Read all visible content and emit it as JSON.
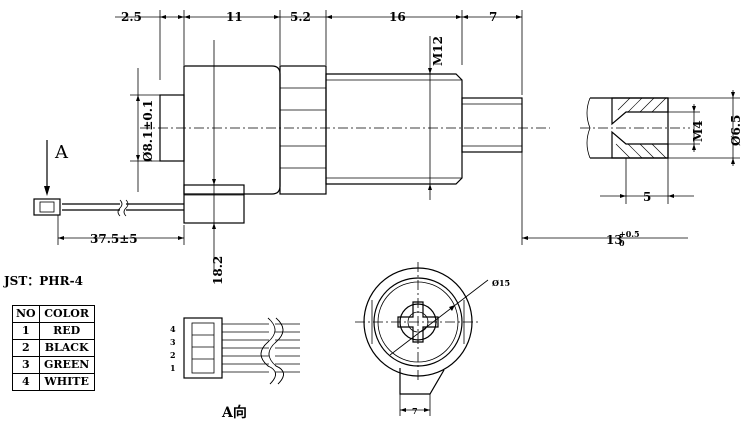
{
  "dimensions": {
    "top": [
      "2.5",
      "11",
      "5.2",
      "16",
      "7"
    ],
    "thread": "M12",
    "diameter_body": "Ø8.1±0.1",
    "wire_length": "37.5±5",
    "connector_height": "18.2",
    "shaft_length_tol": "13",
    "shaft_tol_upper": "+0.5",
    "shaft_tol_lower": "0",
    "section_thread": "M4",
    "section_diameter": "Ø6.5",
    "section_depth": "5",
    "end_view_diameter": "Ø15",
    "end_view_offset": "7"
  },
  "view_label": "A",
  "view_caption": "A向",
  "connector_label": "JST：PHR-4",
  "color_table": {
    "headers": [
      "NO",
      "COLOR"
    ],
    "rows": [
      {
        "no": "1",
        "color": "RED"
      },
      {
        "no": "2",
        "color": "BLACK"
      },
      {
        "no": "3",
        "color": "GREEN"
      },
      {
        "no": "4",
        "color": "WHITE"
      }
    ]
  },
  "pin_numbers": [
    "4",
    "3",
    "2",
    "1"
  ]
}
